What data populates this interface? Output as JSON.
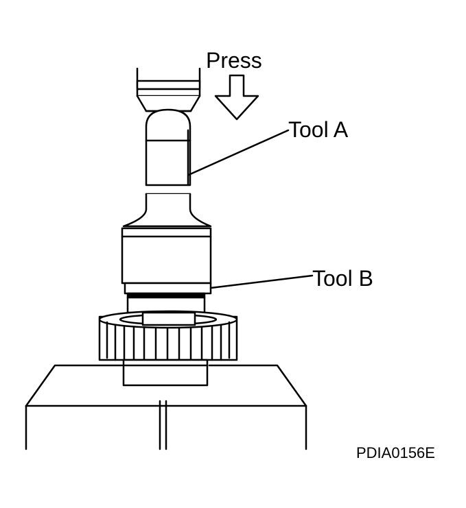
{
  "labels": {
    "press": "Press",
    "tool_a": "Tool A",
    "tool_b": "Tool B",
    "figure_code": "PDIA0156E"
  },
  "colors": {
    "line": "#000000",
    "background": "#ffffff"
  },
  "icons": {
    "press_direction": "down-arrow-icon"
  }
}
